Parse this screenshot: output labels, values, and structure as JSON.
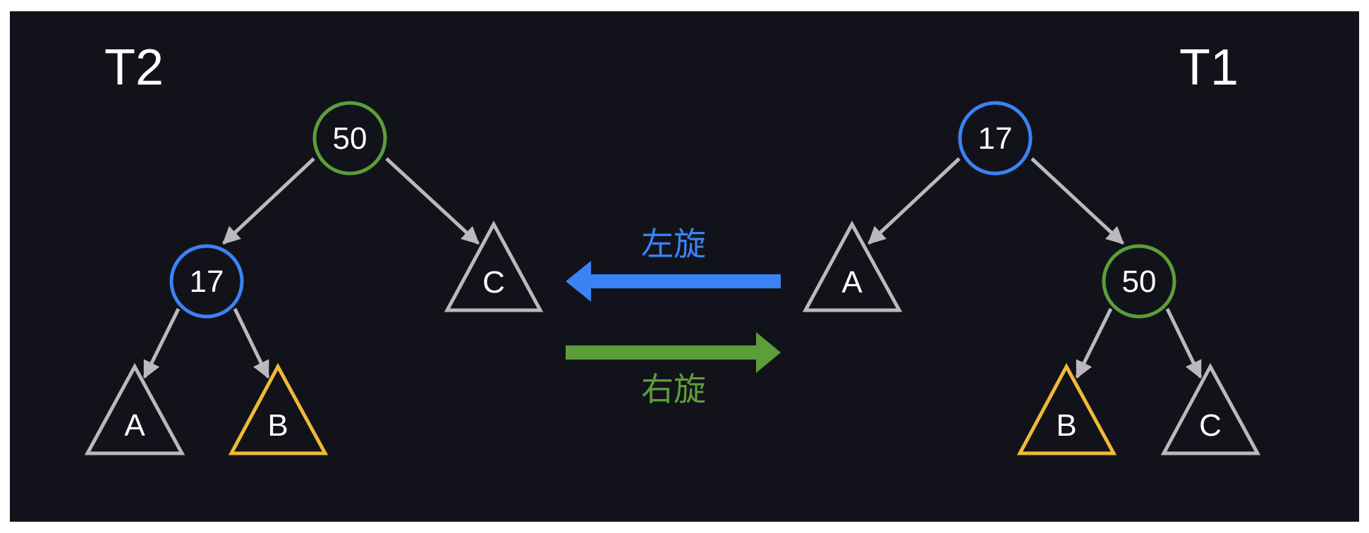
{
  "left_tree": {
    "title": "T2",
    "root": "50",
    "child": "17",
    "subtrees": [
      "A",
      "B",
      "C"
    ]
  },
  "right_tree": {
    "title": "T1",
    "root": "17",
    "child": "50",
    "subtrees": [
      "A",
      "B",
      "C"
    ]
  },
  "rotations": {
    "left": "左旋",
    "right": "右旋"
  },
  "colors": {
    "background": "#12131a",
    "blue": "#3b82f6",
    "green": "#5c9e3a",
    "yellow": "#f0b93a",
    "gray": "#b9b9be"
  }
}
